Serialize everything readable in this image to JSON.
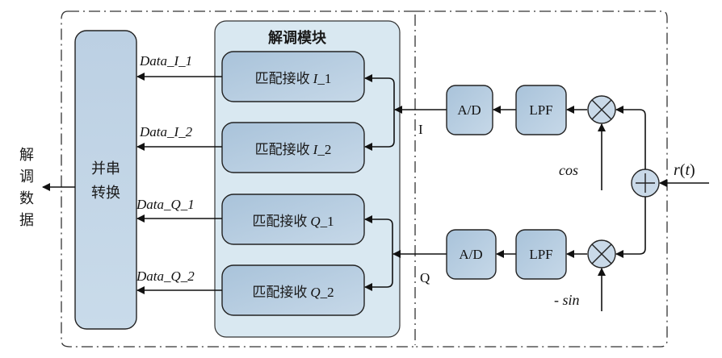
{
  "diagram": {
    "output_label": [
      "解",
      "调",
      "数",
      "据"
    ],
    "ps_converter": {
      "line1": "并串",
      "line2": "转换"
    },
    "demod_module": {
      "title": "解调模块"
    },
    "matched_filters": [
      {
        "prefix": "匹配接收",
        "channel": "I",
        "index": "_1"
      },
      {
        "prefix": "匹配接收",
        "channel": "I",
        "index": "_2"
      },
      {
        "prefix": "匹配接收",
        "channel": "Q",
        "index": "_1"
      },
      {
        "prefix": "匹配接收",
        "channel": "Q",
        "index": "_2"
      }
    ],
    "data_labels": [
      "Data_I_1",
      "Data_I_2",
      "Data_Q_1",
      "Data_Q_2"
    ],
    "branch_labels": {
      "i": "I",
      "q": "Q"
    },
    "blocks": {
      "ad": "A/D",
      "lpf": "LPF"
    },
    "carriers": {
      "cos": "cos",
      "sin": "- sin"
    },
    "input": {
      "r": "r",
      "t_open": "(",
      "t": "t",
      "t_close": ")"
    }
  }
}
